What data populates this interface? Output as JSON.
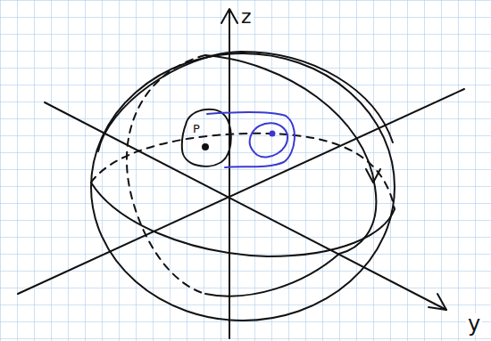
{
  "diagram": {
    "labels": [
      "z",
      "P",
      "y"
    ]
  }
}
